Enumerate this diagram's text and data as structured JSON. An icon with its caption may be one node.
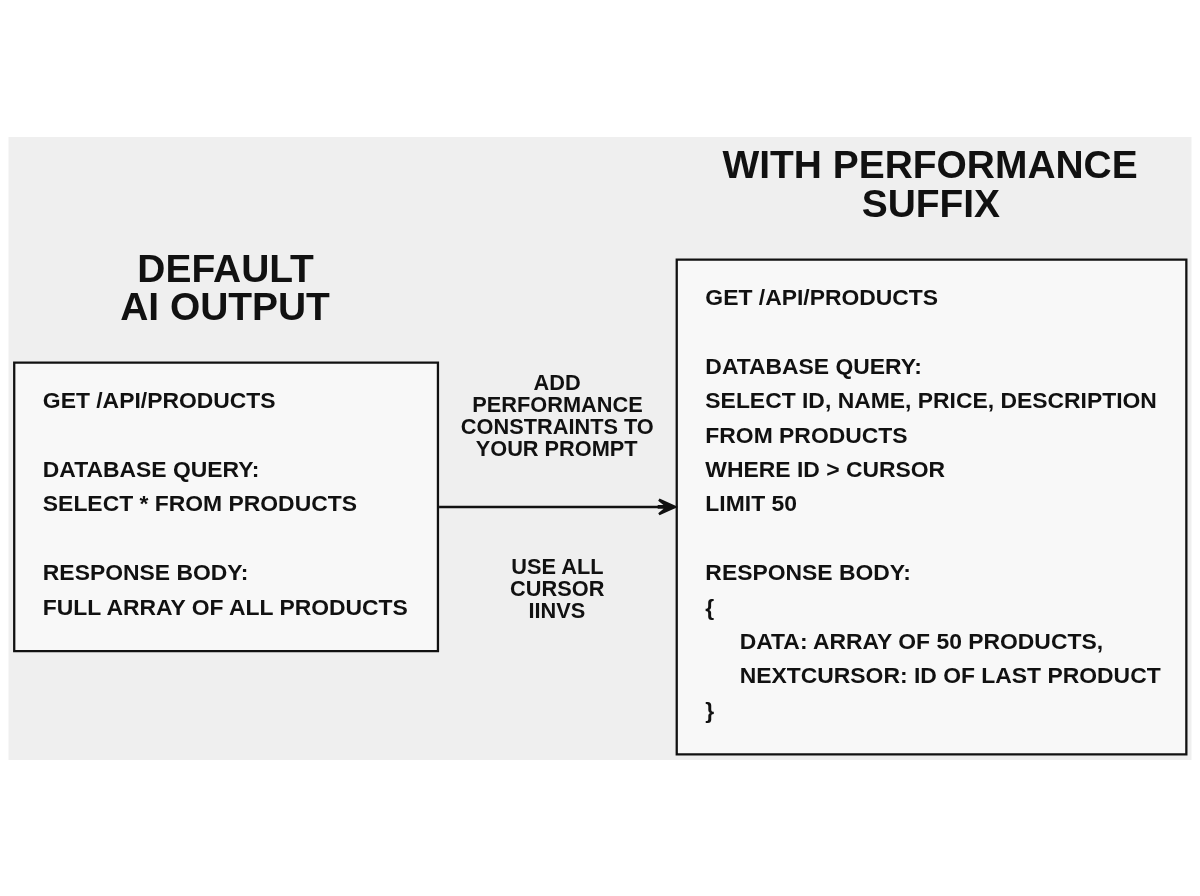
{
  "diagram": {
    "nodes": [
      {
        "text": [
          "DEFAULT AI OUTPUT",
          "GET /API/PRODUCTS",
          "DATABASE QUERY:",
          "SELECT * FROM PRODUCTS",
          "RESPONSE BODY:",
          "FULL ARRAY OF ALL PRODUCTS"
        ]
      },
      {
        "text": [
          "WITH PERFORMANCE SUFFIX",
          "GET /API/PRODUCTS",
          "DATABASE QUERY:",
          "SELECT ID, NAME, PRICE, DESCRIPTION",
          "FROM PRODUCTS",
          "WHERE ID > CURSOR",
          "LIMIT 50",
          "RESPONSE BODY:",
          "{",
          "DATA: ARRAY OF 50 PRODUCTS,",
          "NEXTCURSOR: ID OF LAST PRODUCT",
          "}"
        ]
      }
    ],
    "edges": [
      {
        "from": 0,
        "to": 1,
        "arrow": "to",
        "label": "ADD PERFORMANCE CONSTRAINTS TO YOUR PROMPT"
      }
    ],
    "labels": [
      "USE ALL CURSOR IINVS"
    ]
  }
}
